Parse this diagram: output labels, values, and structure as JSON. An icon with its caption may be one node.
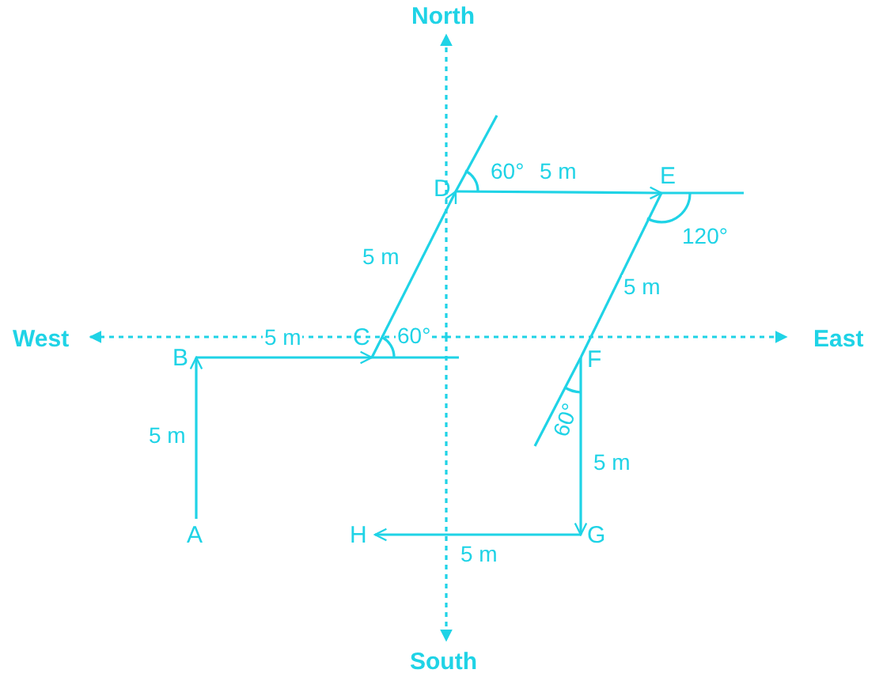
{
  "diagram": {
    "nodes": [
      {
        "text": [
          "D"
        ]
      },
      {
        "text": [
          "E"
        ]
      },
      {
        "text": [
          "C"
        ]
      },
      {
        "text": [
          "B"
        ]
      },
      {
        "text": [
          "F"
        ]
      },
      {
        "text": [
          "A"
        ]
      },
      {
        "text": [
          "H"
        ]
      },
      {
        "text": [
          "G"
        ]
      }
    ],
    "edges": [
      {
        "from": 5,
        "to": 3,
        "arrow": "to",
        "label": "5 m"
      },
      {
        "from": 3,
        "to": 2,
        "arrow": "to",
        "label": "5 m"
      },
      {
        "from": 2,
        "to": 0,
        "arrow": "to",
        "label": "5 m"
      },
      {
        "from": 0,
        "to": 1,
        "arrow": "to",
        "label": "5 m"
      },
      {
        "from": 1,
        "to": 4,
        "arrow": "none",
        "label": "5 m"
      },
      {
        "from": 4,
        "to": 7,
        "arrow": "to",
        "label": "5 m"
      },
      {
        "from": 7,
        "to": 6,
        "arrow": "to",
        "label": "5 m"
      }
    ],
    "labels": [
      "North",
      "60°",
      "120°",
      "West",
      "60°",
      "East",
      "60°",
      "South"
    ]
  }
}
